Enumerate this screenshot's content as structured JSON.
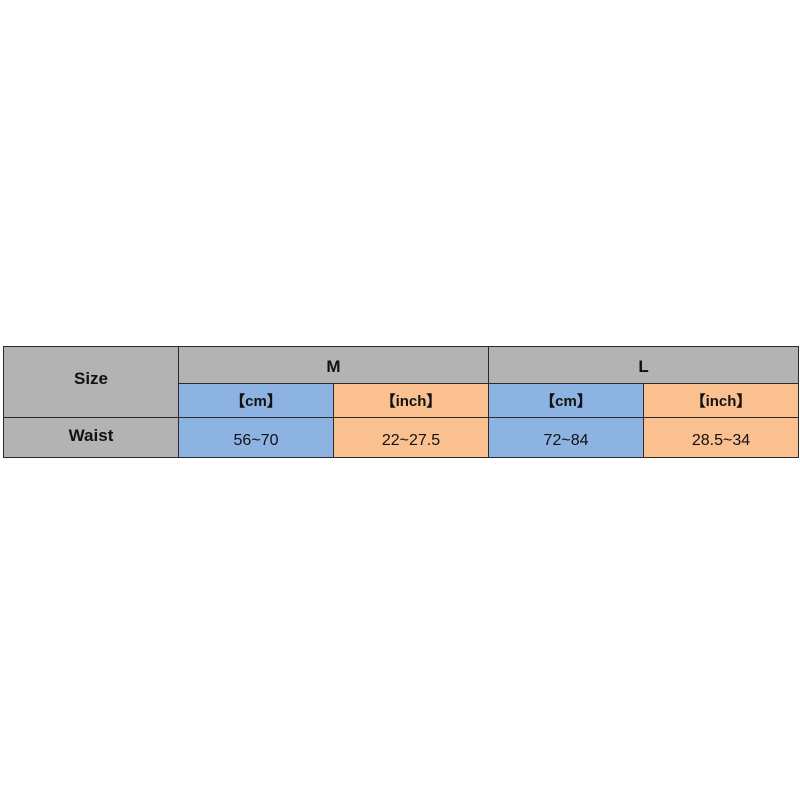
{
  "table": {
    "size_label": "Size",
    "row_label": "Waist",
    "groups": [
      {
        "name": "M",
        "units": [
          "【cm】",
          "【inch】"
        ],
        "values": [
          "56~70",
          "22~27.5"
        ]
      },
      {
        "name": "L",
        "units": [
          "【cm】",
          "【inch】"
        ],
        "values": [
          "72~84",
          "28.5~34"
        ]
      }
    ]
  },
  "colors": {
    "header_gray": "#b3b3b3",
    "cm_blue": "#8db3e2",
    "inch_orange": "#fac090",
    "border": "#2a2a2a"
  }
}
